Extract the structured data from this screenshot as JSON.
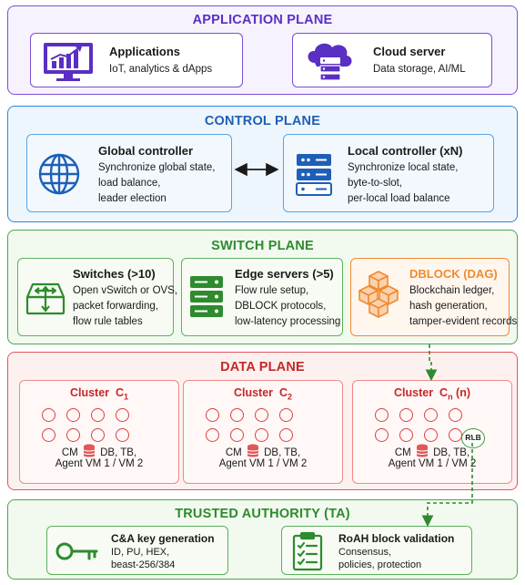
{
  "application_plane": {
    "title": "APPLICATION PLANE",
    "applications": {
      "title": "Applications",
      "desc": "IoT, analytics & dApps",
      "icon": "monitor-chart-icon"
    },
    "cloud": {
      "title": "Cloud server",
      "desc": "Data storage, AI/ML",
      "icon": "cloud-server-icon"
    }
  },
  "control_plane": {
    "title": "CONTROL PLANE",
    "global": {
      "title": "Global controller",
      "lines": [
        "Synchronize global state,",
        "load balance,",
        "leader election"
      ],
      "icon": "globe-icon"
    },
    "local": {
      "title": "Local controller (xN)",
      "lines": [
        "Synchronize local state,",
        "byte-to-slot,",
        "per-local load balance"
      ],
      "icon": "server-rack-icon"
    }
  },
  "switch_plane": {
    "title": "SWITCH PLANE",
    "switches": {
      "title": "Switches (>10)",
      "lines": [
        "Open vSwitch or OVS,",
        "packet forwarding,",
        "flow rule tables"
      ],
      "icon": "switch-icon"
    },
    "edge": {
      "title": "Edge servers (>5)",
      "lines": [
        "Flow rule setup,",
        "DBLOCK protocols,",
        "low-latency processing"
      ],
      "icon": "edge-server-icon"
    },
    "dblock": {
      "title": "DBLOCK (DAG)",
      "lines": [
        "Blockchain ledger,",
        "hash generation,",
        "tamper-evident records"
      ],
      "icon": "cubes-icon"
    }
  },
  "data_plane": {
    "title": "DATA PLANE",
    "clusters": [
      {
        "name": "Cluster",
        "sub": "1",
        "suffix": "",
        "cm": "CM",
        "db": "DB, TB,",
        "agent": "Agent VM 1 / VM 2"
      },
      {
        "name": "Cluster",
        "sub": "2",
        "suffix": "",
        "cm": "CM",
        "db": "DB, TB,",
        "agent": "Agent VM 1 / VM 2"
      },
      {
        "name": "Cluster",
        "sub": "n",
        "suffix": " (n)",
        "cm": "CM",
        "db": "DB, TB,",
        "agent": "Agent VM 1 / VM 2"
      }
    ],
    "rlb": "RLB"
  },
  "trusted_authority": {
    "title": "TRUSTED AUTHORITY (TA)",
    "keygen": {
      "title": "C&A key generation",
      "lines": [
        "ID, PU, HEX,",
        "beast-256/384"
      ],
      "icon": "key-icon"
    },
    "roah": {
      "title": "RoAH block validation",
      "lines": [
        "Consensus,",
        "policies, protection"
      ],
      "icon": "checklist-icon"
    }
  },
  "colors": {
    "purple": "#7b4fd6",
    "blue": "#2f86d8",
    "green": "#4aa84a",
    "red": "#e05858",
    "orange": "#f08a30"
  }
}
